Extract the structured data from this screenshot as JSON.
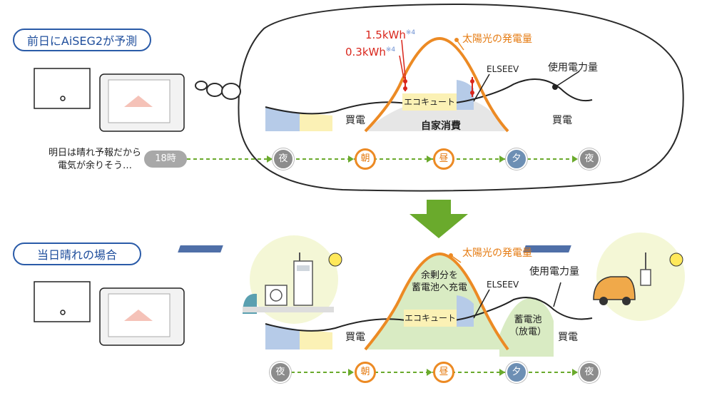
{
  "top": {
    "header_label": "前日にAiSEG2が予測",
    "note_lines": [
      "明日は晴れ予報だから",
      "電気が余りそう…"
    ],
    "start_time": "18時",
    "bubble": {
      "peak_kwh": "1.5kWh",
      "peak_footnote": "※4",
      "side_kwh": "0.3kWh",
      "side_footnote": "※4",
      "solar_label": "太陽光の発電量",
      "elseev_label": "ELSEEV",
      "usage_label": "使用電力量",
      "ecocute_label": "エコキュート",
      "buy_left": "買電",
      "buy_right": "買電",
      "self_consumption": "自家消費"
    },
    "timeline": [
      "夜",
      "朝",
      "昼",
      "夕",
      "夜"
    ]
  },
  "bottom": {
    "header_label": "当日晴れの場合",
    "solar_label": "太陽光の発電量",
    "charge_label": [
      "余剰分を",
      "蓄電池へ充電"
    ],
    "elseev_label": "ELSEEV",
    "usage_label": "使用電力量",
    "ecocute_label": "エコキュート",
    "discharge_label": [
      "蓄電池",
      "（放電）"
    ],
    "buy_left": "買電",
    "buy_right": "買電",
    "timeline": [
      "夜",
      "朝",
      "昼",
      "夕",
      "夜"
    ]
  },
  "colors": {
    "solar_curve": "#ec8a24",
    "accent_red": "#d9261c",
    "arrow_green": "#6aaa2c",
    "timeline_dash": "#6aaa2c",
    "pill_border": "#2a5ba8",
    "self_consumption_fill": "#e6e6e6",
    "charge_fill": "#d9ebc3",
    "ecocute_fill": "#fbf1b5",
    "elseev_fill": "#b6cbe8"
  }
}
